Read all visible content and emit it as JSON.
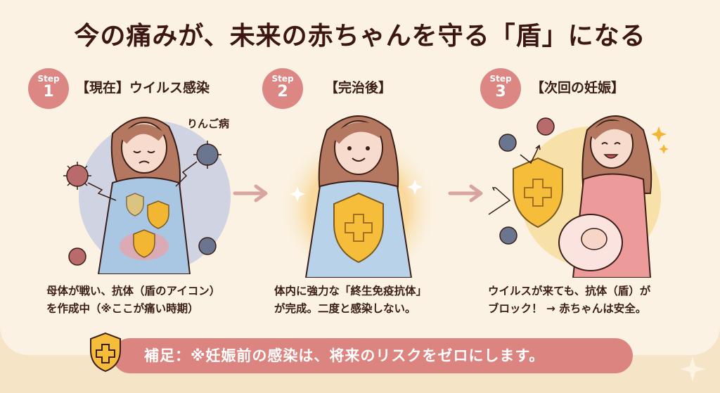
{
  "title": "今の痛みが、未来の赤ちゃんを守る「盾」になる",
  "steps": [
    {
      "badge_label": "Step",
      "number": "1",
      "title": "【現在】ウイルス感染",
      "illustration": "woman-in-pain-with-viruses",
      "virus_label": "りんご病",
      "description_line1": "母体が戦い、抗体（盾のアイコン）",
      "description_line2": "を作成中（※ここが痛い時期）"
    },
    {
      "badge_label": "Step",
      "number": "2",
      "title": "【完治後】",
      "illustration": "smiling-woman-with-glowing-shield",
      "description_line1": "体内に強力な「終生免疫抗体」",
      "description_line2": "が完成。二度と感染しない。"
    },
    {
      "badge_label": "Step",
      "number": "3",
      "title": "【次回の妊娠】",
      "illustration": "pregnant-woman-shield-blocking-viruses",
      "description_line1": "ウイルスが来ても、抗体（盾）が",
      "description_line2": "ブロック！ → 赤ちゃんは安全。"
    }
  ],
  "note": {
    "text": "補足：※妊娠前の感染は、将来のリスクをゼロにします。",
    "icon": "shield-icon"
  },
  "colors": {
    "background": "#fbf2e3",
    "accent_pink": "#dc8784",
    "text_dark": "#3b1e17",
    "shield_gold": "#f2b632",
    "shirt_blue": "#a9c6e3",
    "shirt_pink": "#ec9a9a"
  }
}
